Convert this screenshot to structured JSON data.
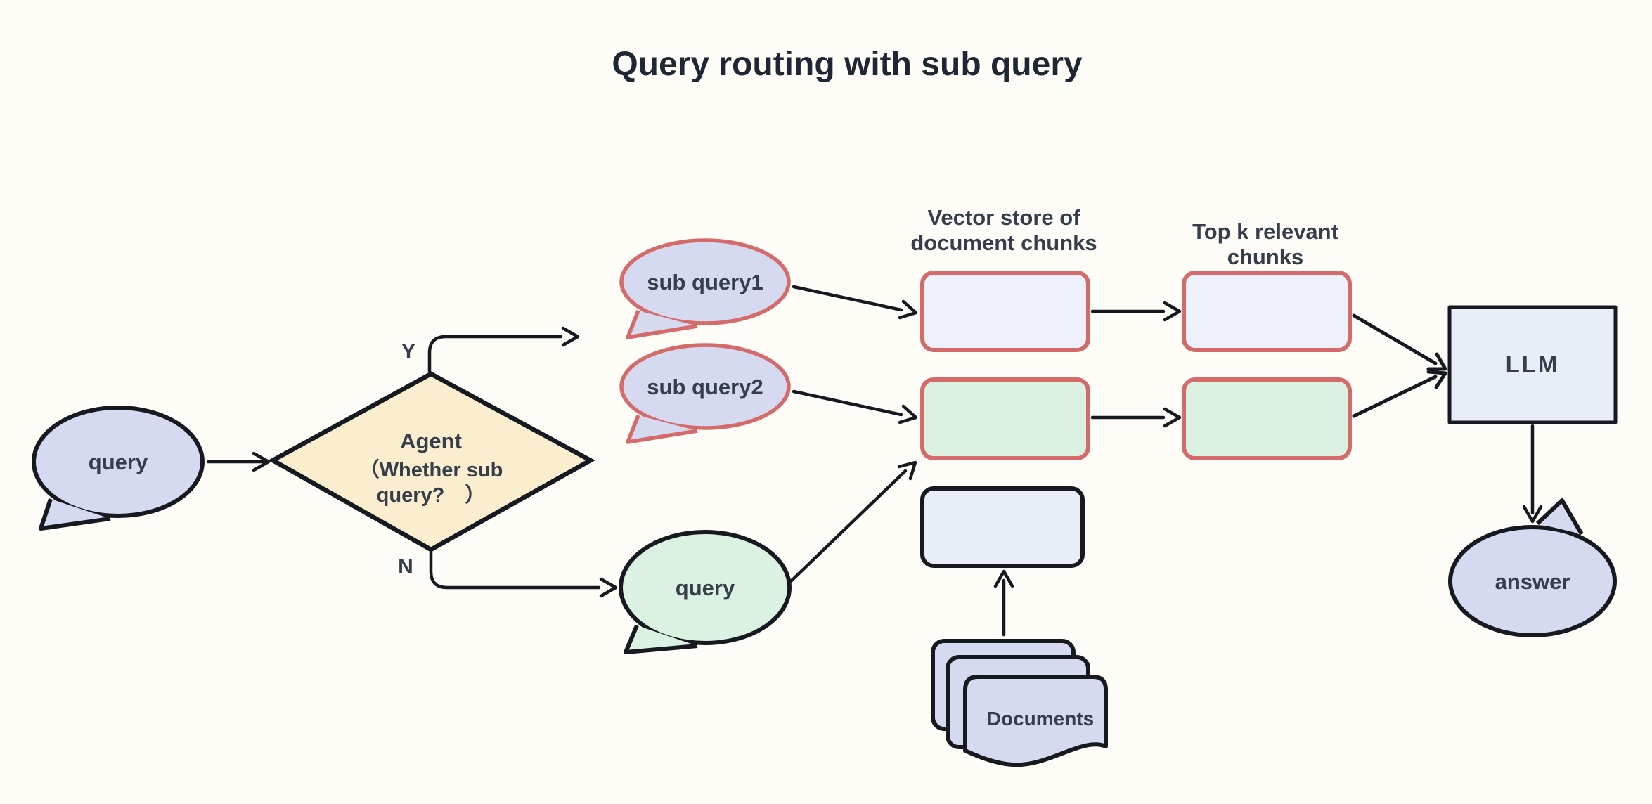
{
  "title": "Query routing with sub query",
  "nodes": {
    "query_input": "query",
    "agent_title": "Agent",
    "agent_line2": "（Whether sub",
    "agent_line3": "query?　）",
    "branch_yes": "Y",
    "branch_no": "N",
    "sub_query1": "sub query1",
    "sub_query2": "sub query2",
    "query_direct": "query",
    "llm": "LLM",
    "answer": "answer",
    "documents": "Documents"
  },
  "labels": {
    "vector_store_line1": "Vector store of",
    "vector_store_line2": "document chunks",
    "top_k_line1": "Top k relevant",
    "top_k_line2": "chunks"
  },
  "colors": {
    "background": "#FDFCF7",
    "ink": "#16191F",
    "title_text": "#1F2734",
    "node_text": "#363D4B",
    "lavender": "#D5DAF0",
    "lavender_light": "#EEF1FA",
    "lavender_box": "#E9EDF8",
    "green": "#DBF1E1",
    "yellow": "#FAEECE",
    "red": "#D46A6A"
  }
}
